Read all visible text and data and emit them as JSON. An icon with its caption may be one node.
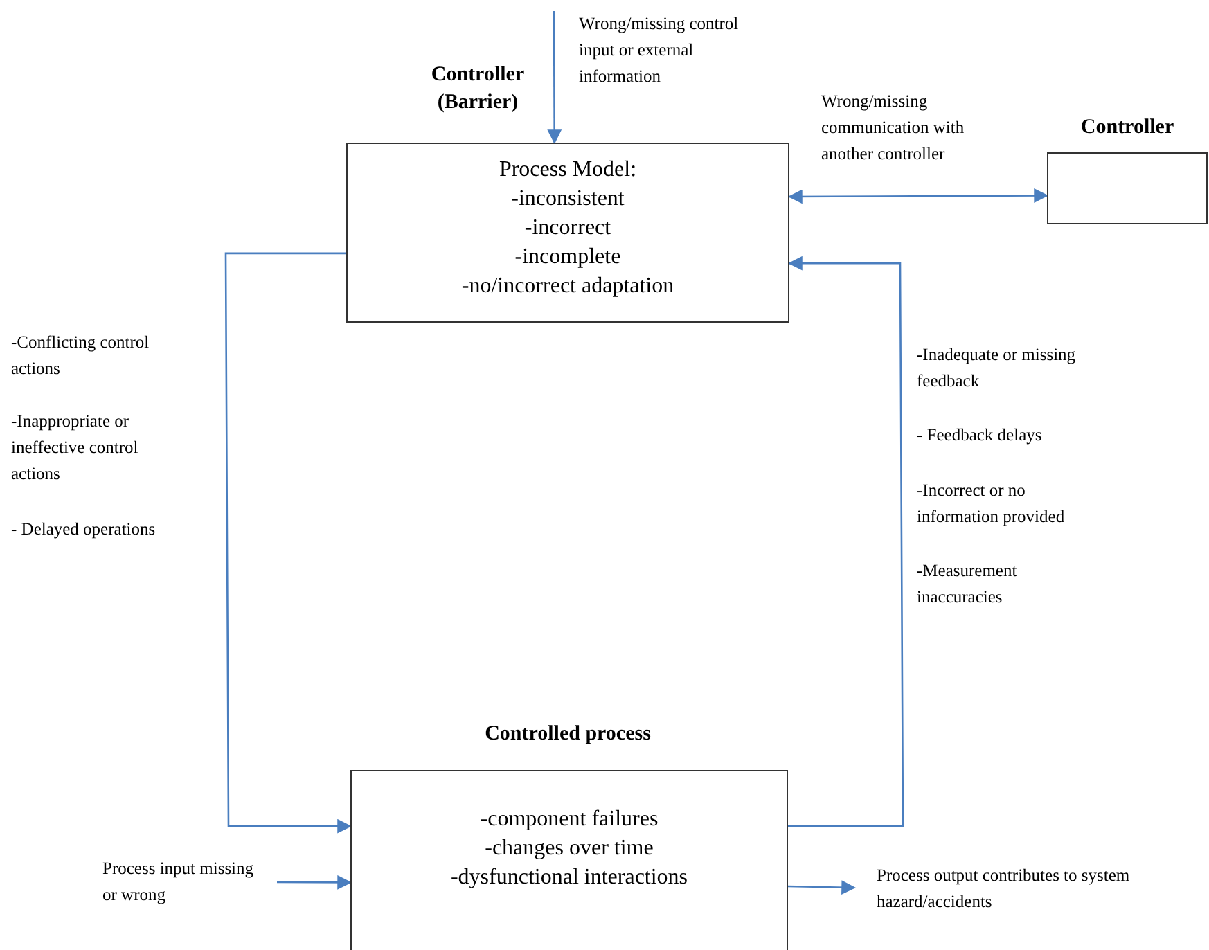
{
  "diagram": {
    "nodes": [
      {
        "text": [
          "Controller (Barrier)",
          "Process Model:",
          "-inconsistent",
          "-incorrect",
          "-incomplete",
          "-no/incorrect adaptation"
        ]
      },
      {
        "text": [
          "Controller"
        ]
      },
      {
        "text": [
          "Controlled process",
          "-component failures",
          "-changes over time",
          "-dysfunctional interactions"
        ]
      }
    ],
    "edges": [
      {
        "from": null,
        "to": 0,
        "arrow": "to",
        "label": "Wrong/missing control input or external information"
      },
      {
        "from": 0,
        "to": 1,
        "arrow": "both",
        "label": "Wrong/missing communication with another controller"
      },
      {
        "from": 0,
        "to": 2,
        "arrow": "to"
      },
      {
        "from": 2,
        "to": 0,
        "arrow": "to"
      },
      {
        "from": null,
        "to": 2,
        "arrow": "to",
        "label": "Process input missing or wrong"
      },
      {
        "from": 2,
        "to": null,
        "arrow": "to",
        "label": "Process output contributes to system hazard/accidents"
      }
    ],
    "labels": [
      "-Conflicting control actions",
      "-Inappropriate or ineffective control actions",
      "- Delayed operations",
      "-Inadequate or missing feedback",
      "- Feedback delays",
      "-Incorrect or no information provided",
      "-Measurement inaccuracies"
    ]
  }
}
